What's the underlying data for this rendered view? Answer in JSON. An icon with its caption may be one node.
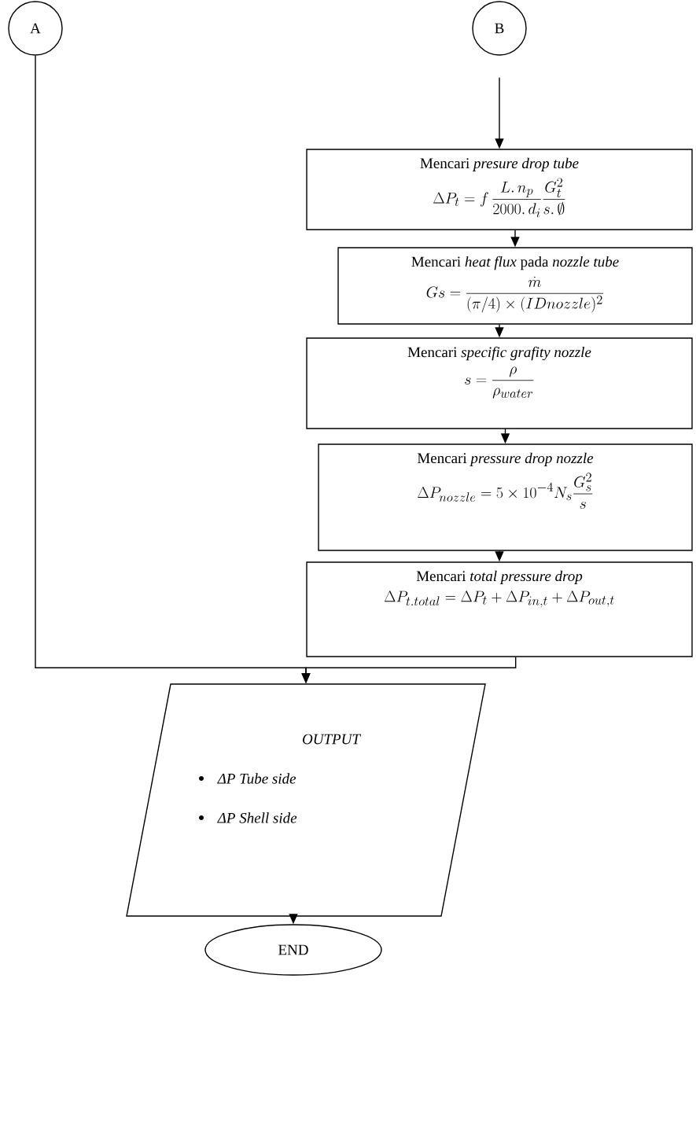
{
  "diagram": {
    "nodes": [
      {
        "text": [
          "A"
        ]
      },
      {
        "text": [
          "B"
        ]
      },
      {
        "text": [
          "Mencari *presure drop tube*",
          "\\Delta P_t = f\\,\\frac{L.\\,n_p}{2000.\\,d_i}\\frac{G_t^2}{s.\\,\\emptyset}"
        ]
      },
      {
        "text": [
          "Mencari *heat flux* pada *nozzle tube*",
          "Gs = \\frac{\\dot{m}}{(\\pi/4)\\times(IDnozzle)^2}"
        ]
      },
      {
        "text": [
          "Mencari *specific grafity nozzle*",
          "s = \\frac{\\rho}{\\rho_{water}}"
        ]
      },
      {
        "text": [
          "Mencari *pressure drop nozzle*",
          "\\Delta P_{nozzle} = 5\\times10^{-4} N_s \\frac{G_s^2}{s}"
        ]
      },
      {
        "text": [
          "Mencari *total pressure drop*",
          "\\Delta P_{t.total} = \\Delta P_t + \\Delta P_{in,t} + \\Delta P_{out,t}"
        ]
      },
      {
        "text": [
          "OUTPUT",
          "ΔP Tube side",
          "ΔP Shell side"
        ]
      },
      {
        "text": [
          "END"
        ]
      }
    ],
    "edges": [
      {
        "from": 1,
        "to": 2,
        "arrow": "to"
      },
      {
        "from": 2,
        "to": 3,
        "arrow": "to"
      },
      {
        "from": 3,
        "to": 4,
        "arrow": "to"
      },
      {
        "from": 4,
        "to": 5,
        "arrow": "to"
      },
      {
        "from": 5,
        "to": 6,
        "arrow": "to"
      },
      {
        "from": 0,
        "to": 7,
        "arrow": "to"
      },
      {
        "from": 6,
        "to": 7,
        "arrow": "to"
      },
      {
        "from": 7,
        "to": 8,
        "arrow": "to"
      }
    ]
  }
}
